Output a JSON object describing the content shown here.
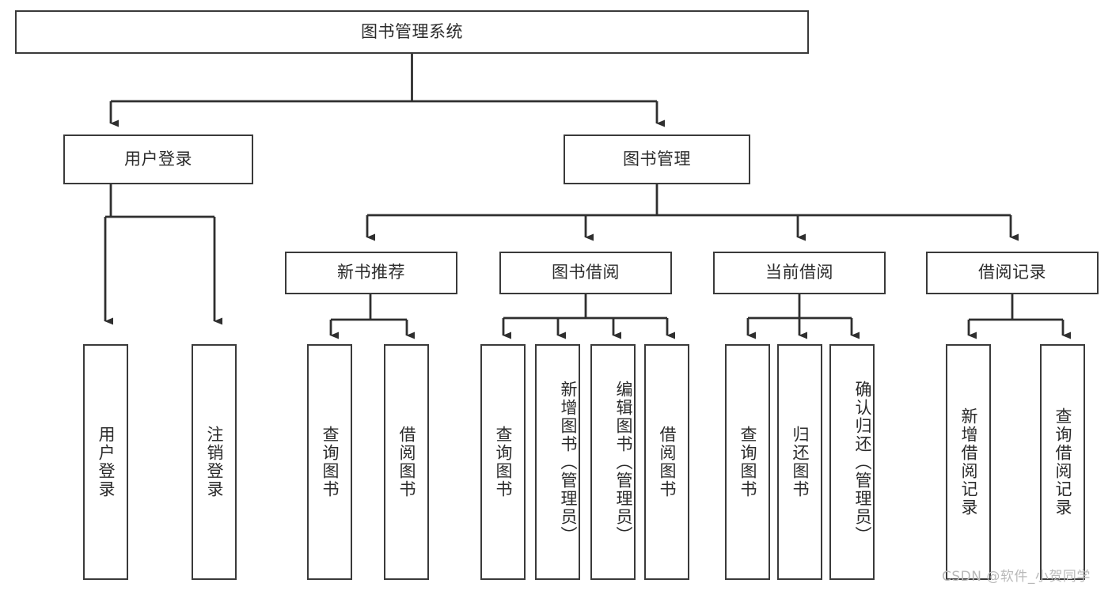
{
  "diagram": {
    "title": "图书管理系统",
    "type": "tree-hierarchy-chart",
    "colors": {
      "box_border": "#3a3a3a",
      "box_fill": "#ffffff",
      "edge": "#2f2f2f",
      "text": "#2b2b2b",
      "watermark": "#b9b9b9",
      "background": "#ffffff"
    },
    "watermark": "CSDN @软件_小贺同学",
    "root": {
      "id": "root",
      "label": "图书管理系统",
      "orientation": "horizontal"
    },
    "level2": [
      {
        "id": "user-login",
        "label": "用户登录",
        "orientation": "horizontal"
      },
      {
        "id": "book-manage",
        "label": "图书管理",
        "orientation": "horizontal"
      }
    ],
    "level3": [
      {
        "id": "new-book-recommend",
        "label": "新书推荐",
        "orientation": "horizontal",
        "parent": "book-manage"
      },
      {
        "id": "book-borrow",
        "label": "图书借阅",
        "orientation": "horizontal",
        "parent": "book-manage"
      },
      {
        "id": "current-borrow",
        "label": "当前借阅",
        "orientation": "horizontal",
        "parent": "book-manage"
      },
      {
        "id": "borrow-record",
        "label": "借阅记录",
        "orientation": "horizontal",
        "parent": "book-manage"
      }
    ],
    "leaves": [
      {
        "id": "leaf-user-login",
        "label": "用户登录",
        "parent": "user-login",
        "orientation": "vertical"
      },
      {
        "id": "leaf-user-logout",
        "label": "注销登录",
        "parent": "user-login",
        "orientation": "vertical"
      },
      {
        "id": "leaf-query-book-1",
        "label": "查询图书",
        "parent": "new-book-recommend",
        "orientation": "vertical"
      },
      {
        "id": "leaf-borrow-book-1",
        "label": "借阅图书",
        "parent": "new-book-recommend",
        "orientation": "vertical"
      },
      {
        "id": "leaf-query-book-2",
        "label": "查询图书",
        "parent": "book-borrow",
        "orientation": "vertical"
      },
      {
        "id": "leaf-add-book",
        "label": "新增图书（管理员）",
        "parent": "book-borrow",
        "orientation": "vertical"
      },
      {
        "id": "leaf-edit-book",
        "label": "编辑图书（管理员）",
        "parent": "book-borrow",
        "orientation": "vertical"
      },
      {
        "id": "leaf-borrow-book-2",
        "label": "借阅图书",
        "parent": "book-borrow",
        "orientation": "vertical"
      },
      {
        "id": "leaf-query-book-3",
        "label": "查询图书",
        "parent": "current-borrow",
        "orientation": "vertical"
      },
      {
        "id": "leaf-return-book",
        "label": "归还图书",
        "parent": "current-borrow",
        "orientation": "vertical"
      },
      {
        "id": "leaf-confirm-return",
        "label": "确认归还（管理员）",
        "parent": "current-borrow",
        "orientation": "vertical"
      },
      {
        "id": "leaf-add-record",
        "label": "新增借阅记录",
        "parent": "borrow-record",
        "orientation": "vertical"
      },
      {
        "id": "leaf-query-record",
        "label": "查询借阅记录",
        "parent": "borrow-record",
        "orientation": "vertical"
      }
    ]
  }
}
